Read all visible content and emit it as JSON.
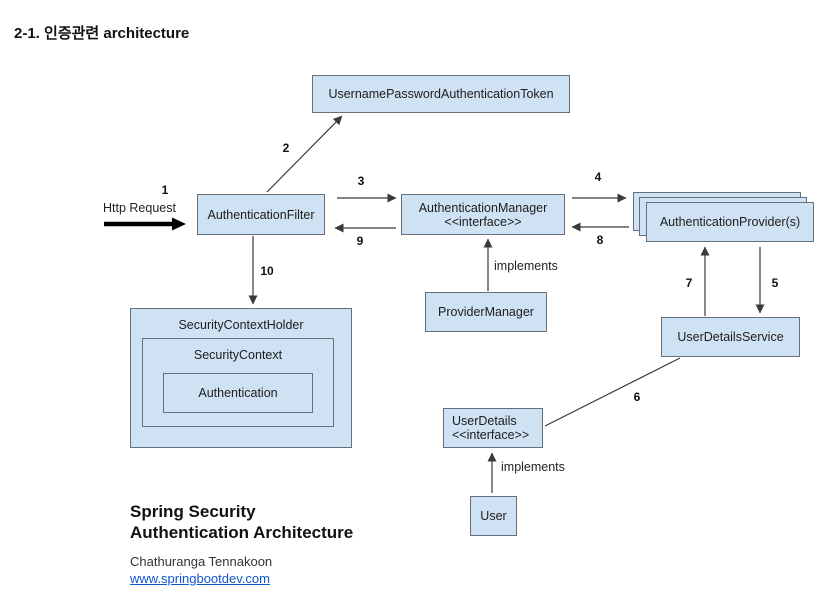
{
  "page": {
    "title": "2-1. 인증관련 architecture"
  },
  "nodes": {
    "token": {
      "label": "UsernamePasswordAuthenticationToken"
    },
    "filter": {
      "label": "AuthenticationFilter"
    },
    "manager": {
      "label": "AuthenticationManager",
      "stereotype": "<<interface>>"
    },
    "providers": {
      "label": "AuthenticationProvider(s)"
    },
    "provider_manager": {
      "label": "ProviderManager"
    },
    "security_context_holder": {
      "label": "SecurityContextHolder"
    },
    "security_context": {
      "label": "SecurityContext"
    },
    "authentication": {
      "label": "Authentication"
    },
    "user_details_service": {
      "label": "UserDetailsService"
    },
    "user_details": {
      "label": "UserDetails",
      "stereotype": "<<interface>>"
    },
    "user": {
      "label": "User"
    }
  },
  "edges": {
    "http_request": "Http Request",
    "step1": "1",
    "step2": "2",
    "step3": "3",
    "step4": "4",
    "step5": "5",
    "step6": "6",
    "step7": "7",
    "step8": "8",
    "step9": "9",
    "step10": "10",
    "implements_manager": "implements",
    "implements_userdetails": "implements"
  },
  "footer": {
    "heading_line1": "Spring Security",
    "heading_line2": "Authentication Architecture",
    "author": "Chathuranga Tennakoon",
    "website": "www.springbootdev.com"
  },
  "colors": {
    "box_fill": "#cfe2f3",
    "box_border": "#66707a",
    "arrow": "#3a3a3a",
    "link_blue": "#1155cc"
  }
}
